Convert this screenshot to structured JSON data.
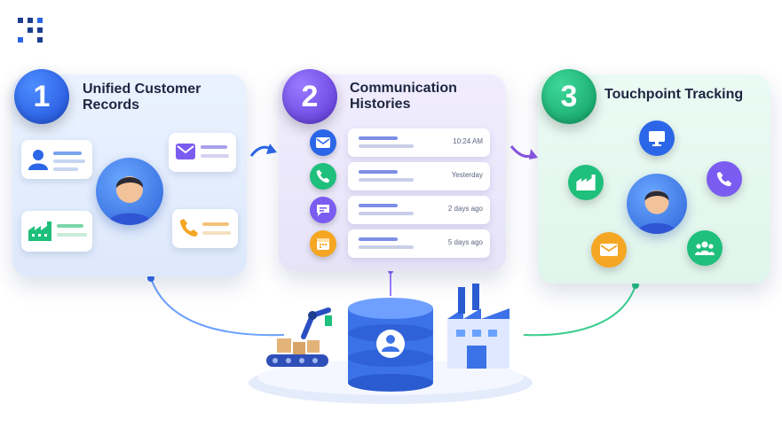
{
  "panels": [
    {
      "number": "1",
      "title": "Unified Customer Records"
    },
    {
      "number": "2",
      "title": "Communication Histories"
    },
    {
      "number": "3",
      "title": "Touchpoint Tracking"
    }
  ],
  "timeline": [
    {
      "icon": "mail-icon",
      "time": "10:24 AM"
    },
    {
      "icon": "phone-icon",
      "time": "Yesterday"
    },
    {
      "icon": "chat-icon",
      "time": "2 days ago"
    },
    {
      "icon": "calendar-icon",
      "time": "5 days ago"
    }
  ],
  "touchpoints": [
    "monitor-icon",
    "phone-icon",
    "group-icon",
    "mail-icon",
    "factory-icon"
  ],
  "colors": {
    "blue": "#2b66e8",
    "purple": "#7b5cf0",
    "green": "#1fbf7c",
    "orange": "#f5a623"
  }
}
